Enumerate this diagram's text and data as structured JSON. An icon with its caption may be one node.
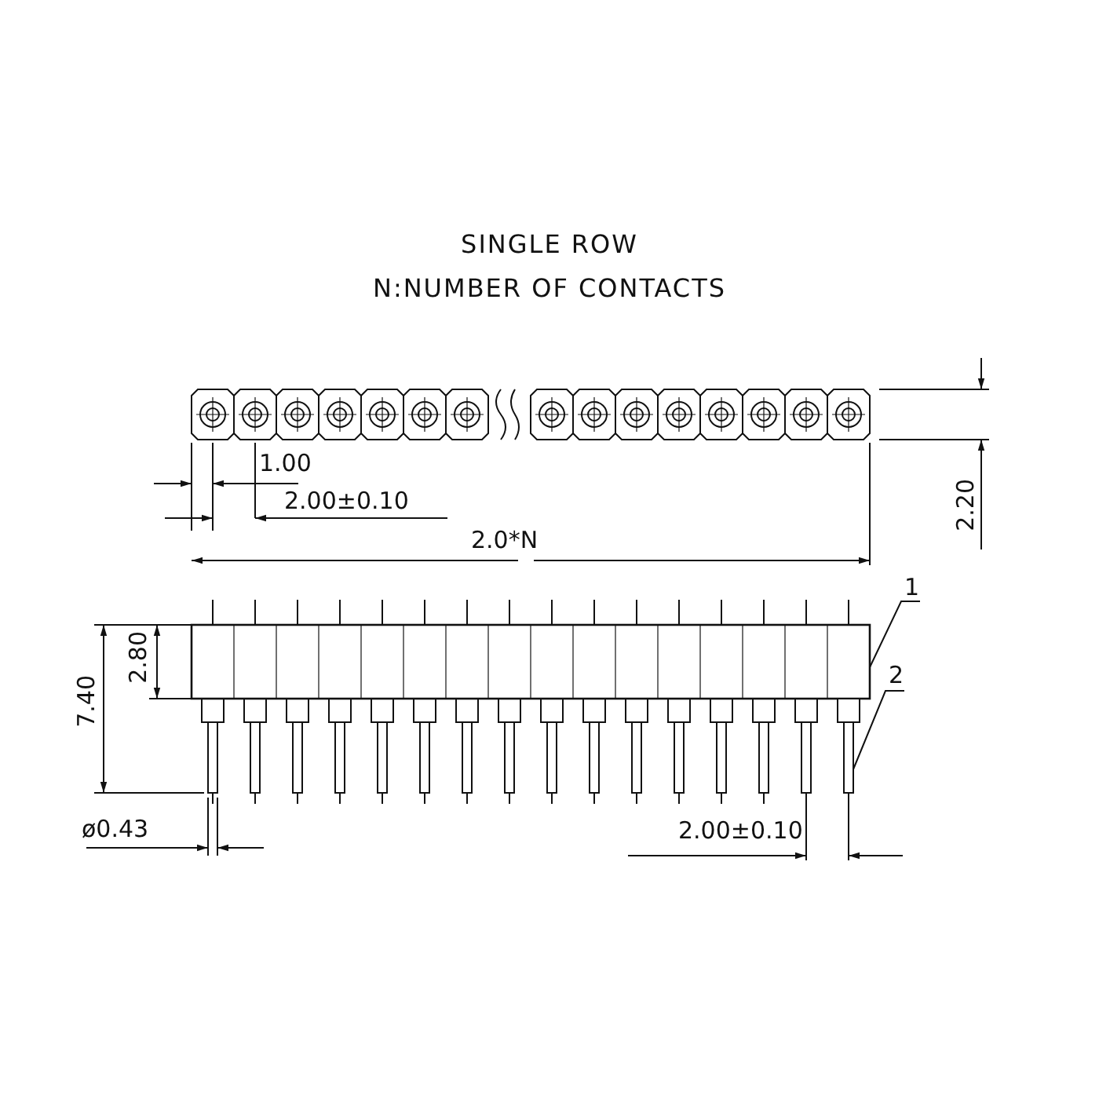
{
  "diagram": {
    "title": "SINGLE ROW",
    "nodes": [
      {
        "text": [
          "1"
        ]
      },
      {
        "text": [],
        "shape": "box"
      },
      {
        "text": [
          "2"
        ]
      },
      {
        "text": [],
        "shape": "bar"
      }
    ],
    "edges": [
      {
        "from": 0,
        "to": 1,
        "arrow": "none"
      },
      {
        "from": 2,
        "to": 3,
        "arrow": "none"
      }
    ],
    "labels": [
      "N:NUMBER OF CONTACTS",
      "1.00",
      "2.00±0.10",
      "2.0*N",
      "2.20",
      "2.80",
      "7.40",
      "ø0.43",
      "2.00±0.10"
    ]
  }
}
